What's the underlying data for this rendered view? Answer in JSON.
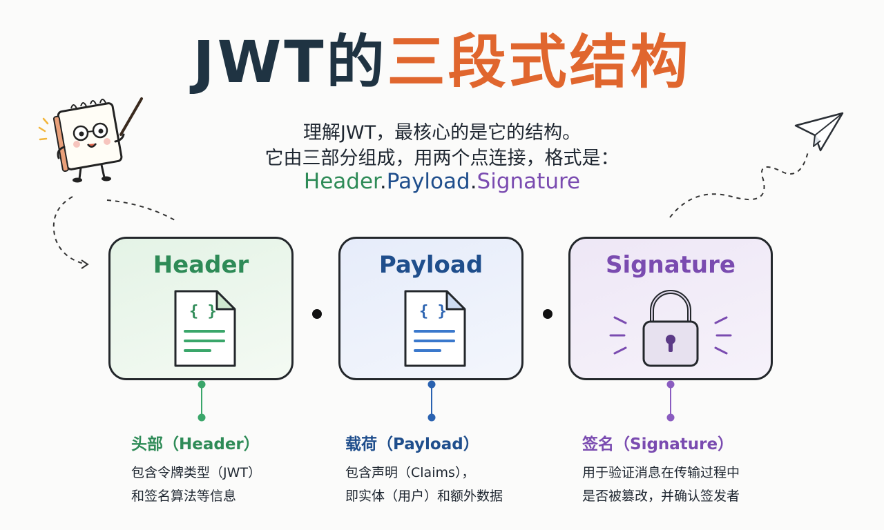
{
  "title": {
    "part1": "JWT的",
    "part2": "三段式结构"
  },
  "intro": {
    "line1": "理解JWT，最核心的是它的结构。",
    "line2": "它由三部分组成，用两个点连接，格式是：",
    "formula": {
      "header": "Header",
      "dot1": ".",
      "payload": "Payload",
      "dot2": ".",
      "signature": "Signature"
    }
  },
  "parts": [
    {
      "card_title": "Header",
      "icon": "json-document-icon",
      "color": "#2e8b57",
      "heading": "头部（Header）",
      "desc": [
        "包含令牌类型（JWT）",
        "和签名算法等信息"
      ]
    },
    {
      "card_title": "Payload",
      "icon": "json-document-icon",
      "color": "#1f4e8c",
      "heading": "载荷（Payload）",
      "desc": [
        "包含声明（Claims），",
        "即实体（用户）和额外数据"
      ]
    },
    {
      "card_title": "Signature",
      "icon": "padlock-icon",
      "color": "#7a4bb0",
      "heading": "签名（Signature）",
      "desc": [
        "用于验证消息在传输过程中",
        "是否被篡改，并确认签发者"
      ]
    }
  ],
  "colors": {
    "title_dark": "#1f3342",
    "title_accent": "#e0662e",
    "header": "#2e8b57",
    "payload": "#1f4e8c",
    "signature": "#7a4bb0"
  }
}
